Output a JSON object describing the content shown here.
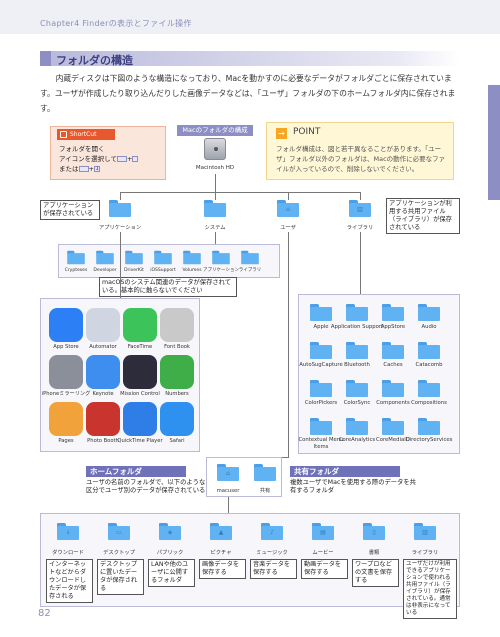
{
  "header": {
    "chapter": "Chapter4 Finderの表示とファイル操作"
  },
  "section": {
    "title": "フォルダの構造"
  },
  "intro": "内蔵ディスクは下図のような構造になっており、Macを動かすのに必要なデータがフォルダごとに保存されています。ユーザが作成したり取り込んだりした画像データなどは、「ユーザ」フォルダの下のホームフォルダ内に保存されます。",
  "shortcut": {
    "tab": "ShortCut",
    "line1": "フォルダを開く",
    "line2": "アイコンを選択して",
    "line3": "または",
    "plus1": "+",
    "plus2": "+",
    "key_char": "↓"
  },
  "mac": {
    "label": "Macのフォルダの構成",
    "hd_caption": "Macintosh HD"
  },
  "point": {
    "title": "POINT",
    "icon": "→",
    "text": "フォルダ構成は、図と若干異なることがあります。「ユーザ」フォルダ以外のフォルダは、Macの動作に必要なファイルが入っているので、削除しないでください。"
  },
  "callouts": {
    "apps": "アプリケーションが保存されている",
    "library": "アプリケーションが利用する共用ファイル（ライブラリ）が保存されている",
    "system": "macOSのシステム関連のデータが保存されている。基本的に触らないでください"
  },
  "level1": [
    "アプリケーション",
    "システム",
    "ユーザ",
    "ライブラリ"
  ],
  "system_sub": [
    "Cryptexes",
    "Developer",
    "DriverKit",
    "iOSSupport",
    "Volumes",
    "アプリケーション",
    "ライブラリ"
  ],
  "apps_panel": [
    "App Store",
    "Automator",
    "FaceTime",
    "Font Book",
    "iPhoneミラーリング",
    "Keynote",
    "Mission Control",
    "Numbers",
    "Pages",
    "Photo Booth",
    "QuickTime Player",
    "Safari"
  ],
  "library_panel": [
    "Apple",
    "Application Support",
    "AppStore",
    "Audio",
    "AutoSugCapture",
    "Bluetooth",
    "Caches",
    "Catacomb",
    "ColorPickers",
    "ColorSync",
    "Components",
    "Compositions",
    "Contextual Menu Items",
    "CoreAnalytics",
    "CoreMediaIO",
    "DirectoryServices"
  ],
  "users": [
    "macuser",
    "共有"
  ],
  "home_band": {
    "title": "ホームフォルダ",
    "text": "ユーザの名前のフォルダで、以下のような区分でユーザ別のデータが保存されている"
  },
  "shared_band": {
    "title": "共有フォルダ",
    "text": "複数ユーザでMacを使用する際のデータを共有するフォルダ"
  },
  "home_folders": [
    "ダウンロード",
    "デスクトップ",
    "パブリック",
    "ピクチャ",
    "ミュージック",
    "ムービー",
    "書類",
    "ライブラリ"
  ],
  "home_desc": [
    "インターネットなどからダウンロードしたデータが保存される",
    "デスクトップに置いたデータが保存される",
    "LANや他のユーザに公開するフォルダ",
    "画像データを保存する",
    "音楽データを保存する",
    "動画データを保存する",
    "ワープロなどの文書を保存する",
    "ユーザだけが利用できるアプリケーションで使われる共用ファイル（ライブラリ）が保存されている。通常は非表示になっている"
  ],
  "page": {
    "number": "82"
  },
  "colors": {
    "accent": "#8d8fc4",
    "folder": "#60b2f2",
    "shortcut": "#e8582f",
    "point": "#f5a623",
    "home": "#6f72b8",
    "shared": "#6f72b8"
  }
}
